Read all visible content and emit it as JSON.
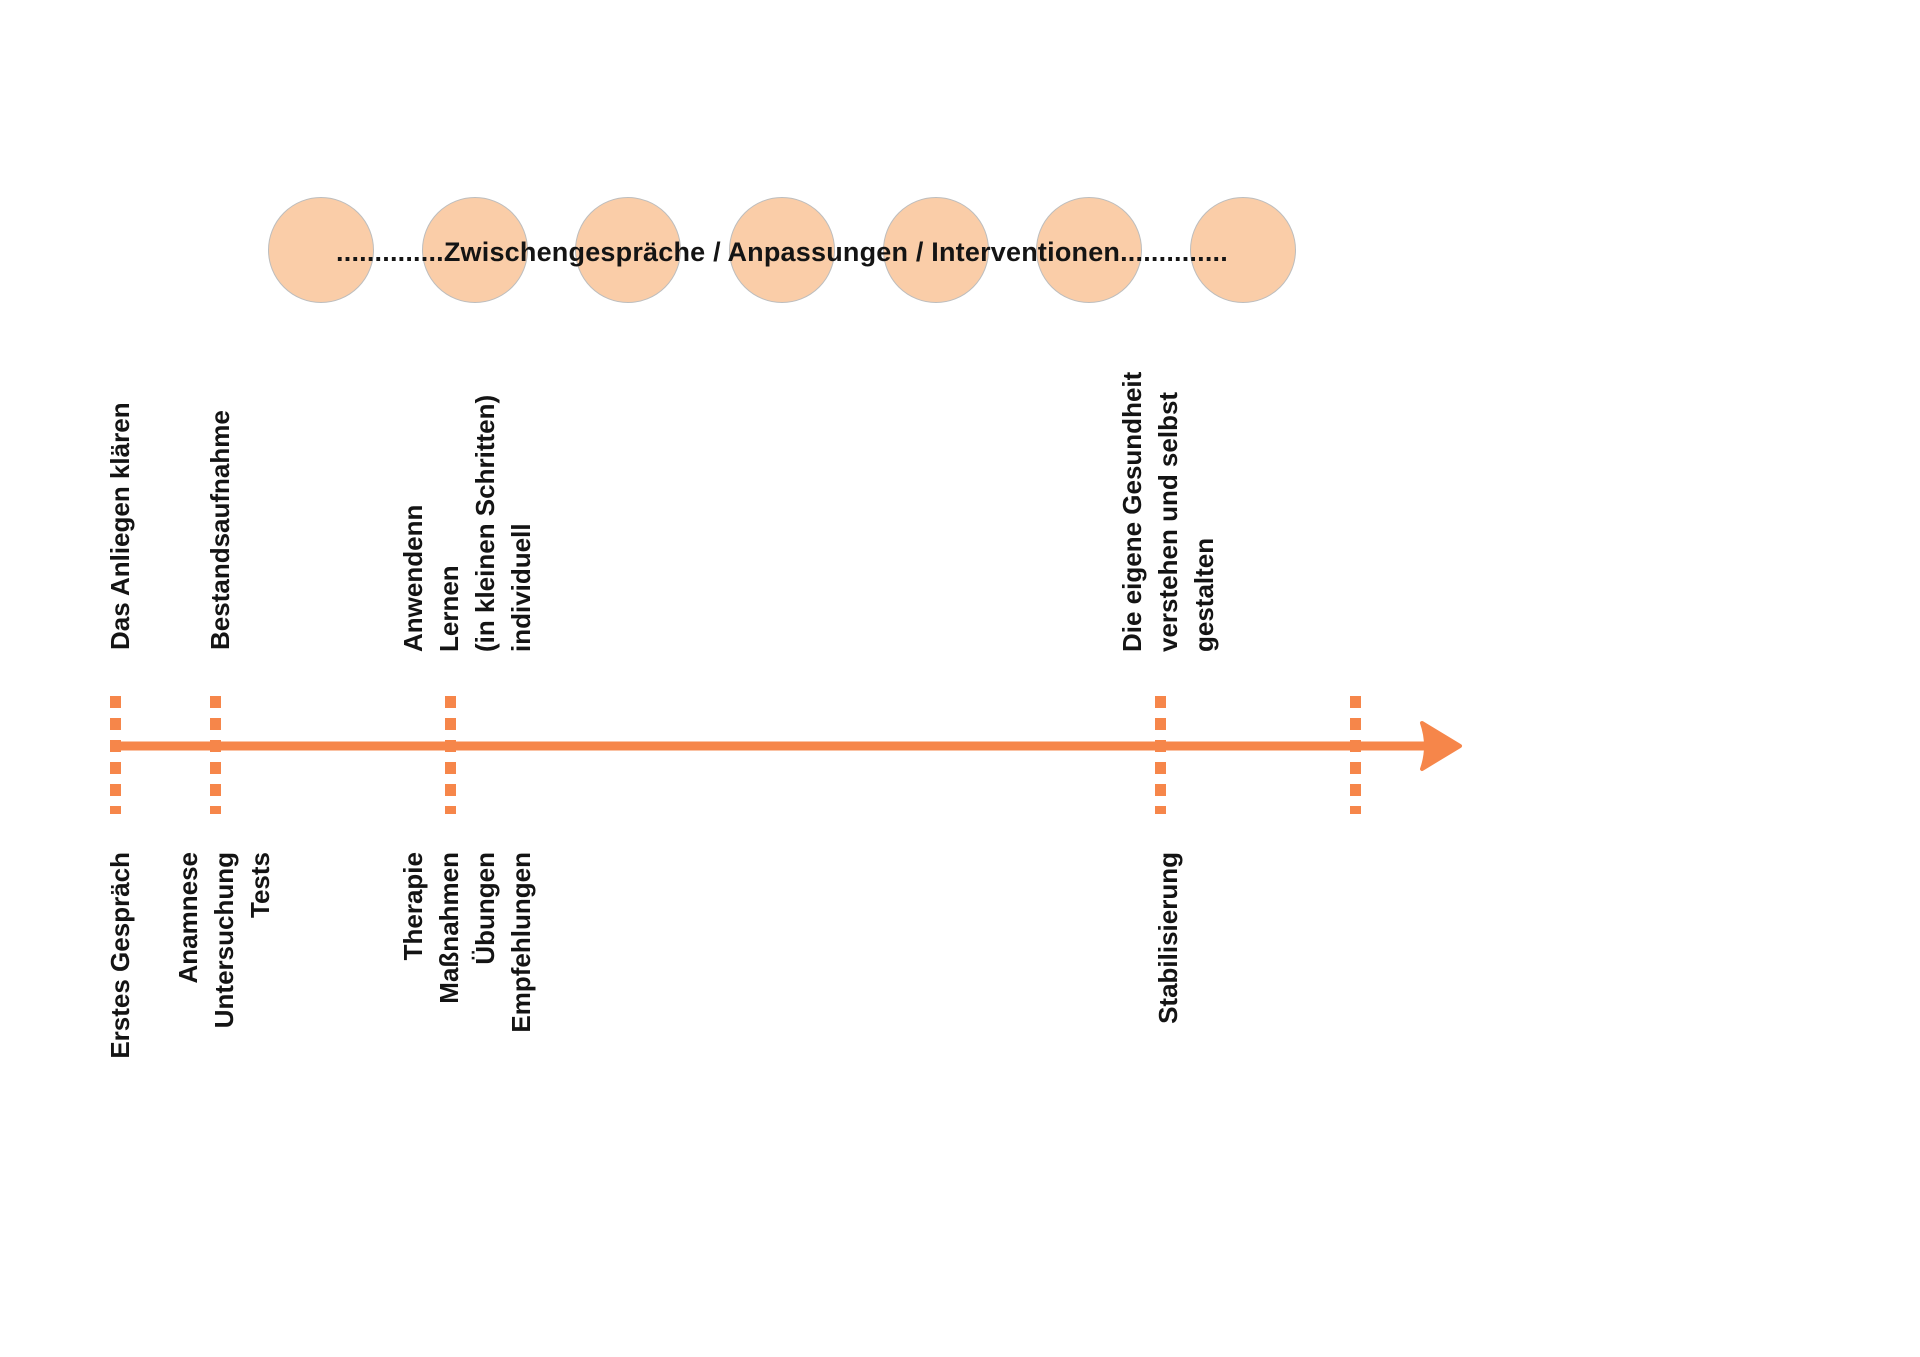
{
  "colors": {
    "accent_orange": "#F6864A",
    "circle_fill": "#FACDA8",
    "circle_border": "#BDBDBD",
    "text": "#141414",
    "background": "#FFFFFF"
  },
  "banner": {
    "text": "..............Zwischengespräche / Anpassungen / Interventionen..............",
    "circle_count": 7
  },
  "timeline": {
    "tick_count": 5,
    "phase_labels_top": [
      {
        "text": "Das Anliegen klären"
      },
      {
        "text": "Bestandsaufnahme"
      },
      {
        "text": "Anwendenn\nLernen\n(in kleinen Schritten)\nindividuell"
      },
      {
        "text": "Die eigene Gesundheit\nverstehen und selbst\ngestalten"
      }
    ],
    "phase_labels_bottom": [
      {
        "text": "Erstes Gespräch"
      },
      {
        "text": "Anamnese\nUntersuchung\nTests"
      },
      {
        "text": "Therapie\nMaßnahmen\nÜbungen\nEmpfehlungen"
      },
      {
        "text": "Stabilisierung"
      }
    ]
  }
}
